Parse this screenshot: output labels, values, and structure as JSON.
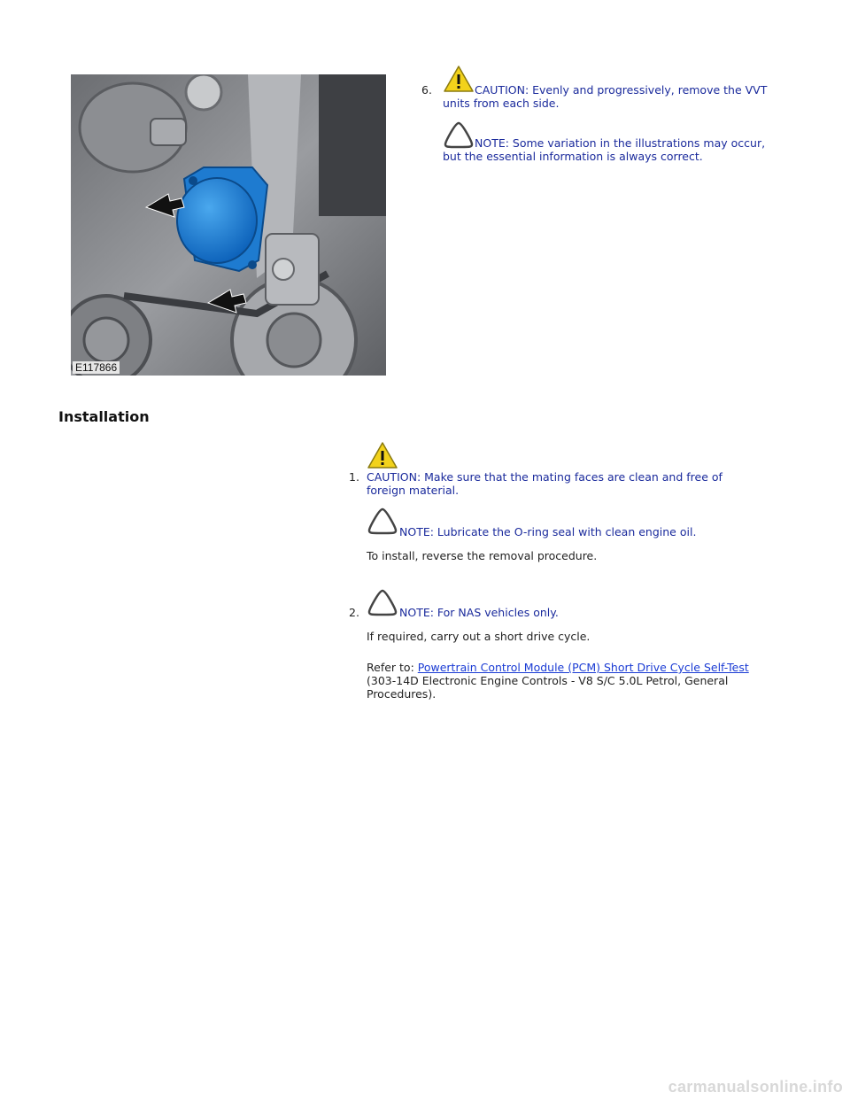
{
  "figure": {
    "label": "E117866"
  },
  "removal_step": {
    "number": "6.",
    "caution_line1": "CAUTION: Evenly and progressively, remove the VVT",
    "caution_line2": "units from each side.",
    "note_line1": "NOTE: Some variation in the illustrations may occur,",
    "note_line2": "but the essential information is always correct."
  },
  "installation": {
    "heading": "Installation",
    "step1": {
      "number": "1.",
      "caution_line1": "CAUTION: Make sure that the mating faces are clean and free of",
      "caution_line2": "foreign material.",
      "note": "NOTE: Lubricate the O-ring seal with clean engine oil.",
      "instruction": "To install, reverse the removal procedure."
    },
    "step2": {
      "number": "2.",
      "note": "NOTE: For NAS vehicles only.",
      "instruction": "If required, carry out a short drive cycle.",
      "refer_prefix": "Refer to: ",
      "refer_link": "Powertrain Control Module (PCM) Short Drive Cycle Self-Test",
      "refer_line2": "(303-14D Electronic Engine Controls - V8 S/C 5.0L Petrol, General",
      "refer_line3": "Procedures)."
    }
  },
  "watermark": "carmanualsonline.info",
  "colors": {
    "caution_text": "#1a2a9c",
    "link": "#1a3bd4",
    "warning_yellow": "#f2d21b"
  }
}
